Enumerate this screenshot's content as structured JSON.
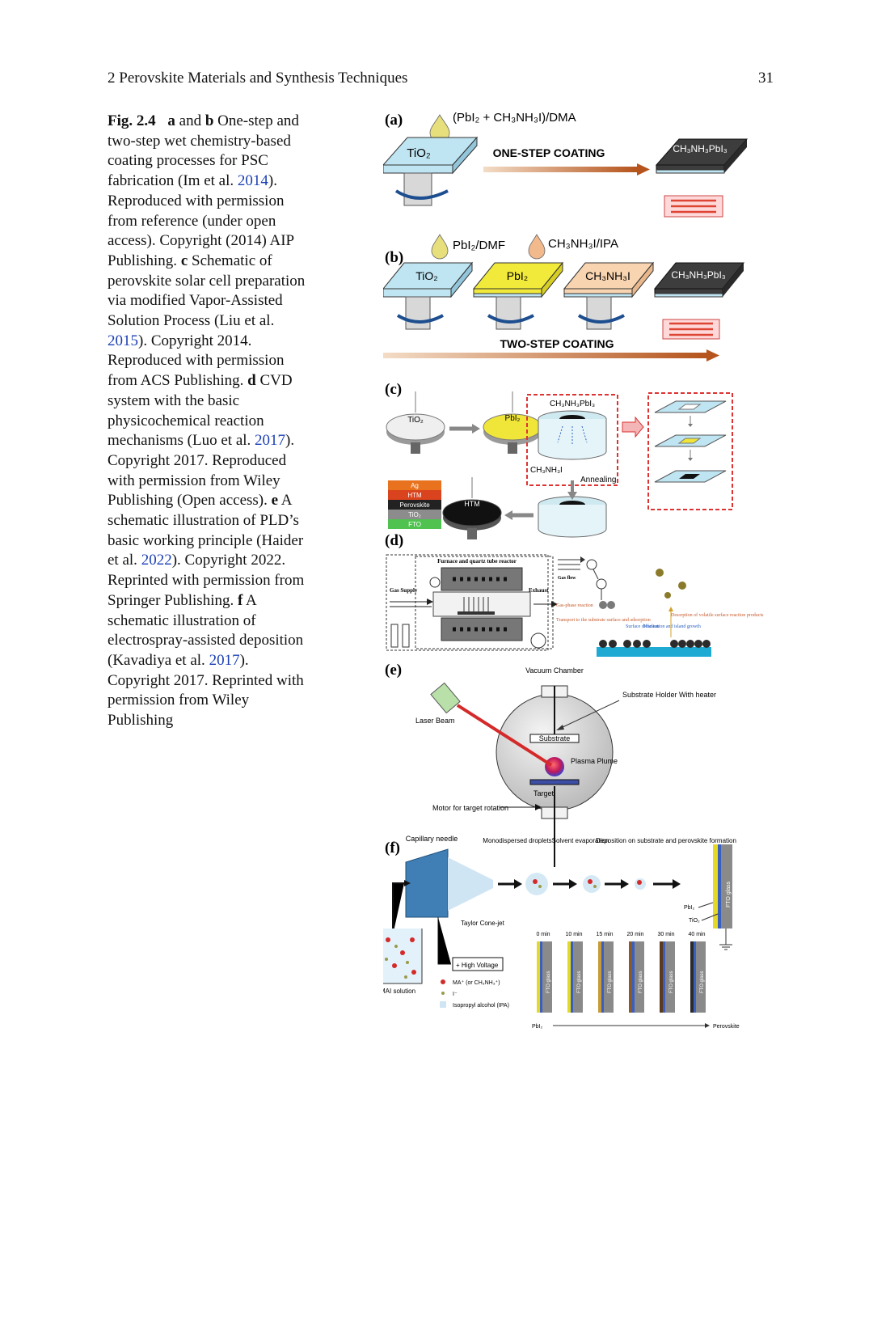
{
  "header": {
    "chapter": "2   Perovskite Materials and Synthesis Techniques",
    "page_number": "31"
  },
  "caption": {
    "fig_label": "Fig. 2.4",
    "segments": [
      {
        "b": "a"
      },
      {
        "t": " and "
      },
      {
        "b": "b"
      },
      {
        "t": " One-step and two-step wet chemistry-based coating processes for PSC fabrication (Im et al. "
      },
      {
        "r": "2014"
      },
      {
        "t": "). Reproduced with permission from reference (under open access). Copyright (2014) AIP Publishing. "
      },
      {
        "b": "c"
      },
      {
        "t": " Schematic of perovskite solar cell preparation via modified Vapor-Assisted Solution Process (Liu et al. "
      },
      {
        "r": "2015"
      },
      {
        "t": "). Copyright 2014. Reproduced with permission from ACS Publishing. "
      },
      {
        "b": "d"
      },
      {
        "t": " CVD system with the basic physicochemical reaction mechanisms (Luo et al. "
      },
      {
        "r": "2017"
      },
      {
        "t": "). Copyright 2017. Reproduced with permission from Wiley Publishing (Open access). "
      },
      {
        "b": "e"
      },
      {
        "t": " A schematic illustration of PLD’s basic working principle (Haider et al. "
      },
      {
        "r": "2022"
      },
      {
        "t": "). Copyright 2022. Reprinted with permission from Springer Publishing. "
      },
      {
        "b": "f"
      },
      {
        "t": " A schematic illustration of electrospray-assisted deposition (Kavadiya et al. "
      },
      {
        "r": "2017"
      },
      {
        "t": "). Copyright 2017. Reprinted with permission from Wiley Publishing"
      }
    ]
  },
  "figure": {
    "panel_a": {
      "label": "(a)",
      "solution": "(PbI₂ + CH₃NH₃I)/DMA",
      "substrate": "TiO₂",
      "arrow": "ONE-STEP COATING",
      "product": "CH₃NH₃PbI₃"
    },
    "panel_b": {
      "label": "(b)",
      "sol1": "PbI₂/DMF",
      "sol2": "CH₃NH₃I/IPA",
      "layers": [
        "TiO₂",
        "PbI₂",
        "CH₃NH₃I",
        "CH₃NH₃PbI₃"
      ],
      "arrow": "TWO-STEP COATING"
    },
    "panel_c": {
      "label": "(c)",
      "tio2": "TiO₂",
      "pbi2": "PbI₂",
      "mapbi3": "CH₃NH₃PbI₃",
      "mai": "CH₃NH₃I",
      "annealing": "Annealing",
      "htm_disc": "HTM",
      "stack": [
        "Ag",
        "HTM",
        "Perovskite",
        "TiO₂",
        "FTO"
      ],
      "stack_colors": [
        "#e8721e",
        "#d9431e",
        "#222222",
        "#8c8c8c",
        "#4fc24f"
      ]
    },
    "panel_d": {
      "label": "(d)",
      "furnace": "Furnace and quartz tube reactor",
      "gas_supply": "Gas Supply",
      "exhaust": "Exhaust",
      "gas_flow": "Gas flow",
      "gas_phase": "Gas-phase reaction",
      "transport": "Transport to the substrate surface and adsorption",
      "surface_diffusion": "Surface diffusion",
      "nucleation": "Nucleation and island growth",
      "desorption": "Desorption of volatile surface reaction products"
    },
    "panel_e": {
      "label": "(e)",
      "vacuum_chamber": "Vacuum Chamber",
      "holder": "Substrate Holder With heater",
      "laser": "Laser Beam",
      "substrate": "Substrate",
      "plasma": "Plasma Plume",
      "target": "Target",
      "motor": "Motor for target rotation"
    },
    "panel_f": {
      "label": "(f)",
      "capillary": "Capillary needle",
      "mono": "Monodispersed droplets",
      "solvent": "Solvent evaporation",
      "deposition": "Deposition on substrate and perovskite formation",
      "taylor": "Taylor Cone-jet",
      "hv": "+ High Voltage",
      "mai_solution": "MAI solution",
      "legend": [
        "MA⁺ (or CH₃NH₃⁺)",
        "I⁻",
        "Isopropyl alcohol (IPA)"
      ],
      "fto": "FTO glass",
      "pbi2": "PbI₂",
      "tio2": "TiO₂",
      "times": [
        "0 min",
        "10 min",
        "15 min",
        "20 min",
        "30 min",
        "40 min"
      ],
      "axis_start": "PbI₂",
      "axis_end": "Perovskite"
    }
  }
}
